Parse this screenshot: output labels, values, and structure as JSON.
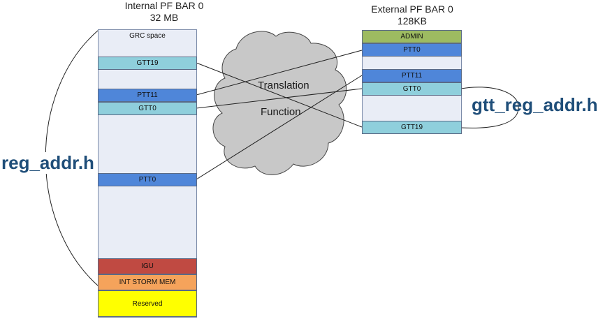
{
  "internal": {
    "title_line1": "Internal PF BAR 0",
    "title_line2": "32 MB",
    "blocks": {
      "grc": "GRC space",
      "gtt19": "GTT19",
      "ptt11": "PTT11",
      "gtt0": "GTT0",
      "ptt0": "PTT0",
      "igu": "IGU",
      "storm": "INT STORM  MEM",
      "reserved": "Reserved"
    }
  },
  "external": {
    "title_line1": "External PF BAR 0",
    "title_line2": "128KB",
    "blocks": {
      "admin": "ADMIN",
      "ptt0": "PTT0",
      "ptt11": "PTT11",
      "gtt0": "GTT0",
      "gtt19": "GTT19"
    }
  },
  "cloud": {
    "line1": "Translation",
    "line2": "Function"
  },
  "labels": {
    "reg_addr": "reg_addr.h",
    "gtt_reg_addr": "gtt_reg_addr.h"
  },
  "colors": {
    "gtt": "#8fcfdc",
    "ptt": "#4f86d9",
    "igu": "#c04a42",
    "storm": "#f5a35b",
    "reserved": "#ffff00",
    "admin": "#9dbb61",
    "label_blue": "#1f4e79"
  }
}
